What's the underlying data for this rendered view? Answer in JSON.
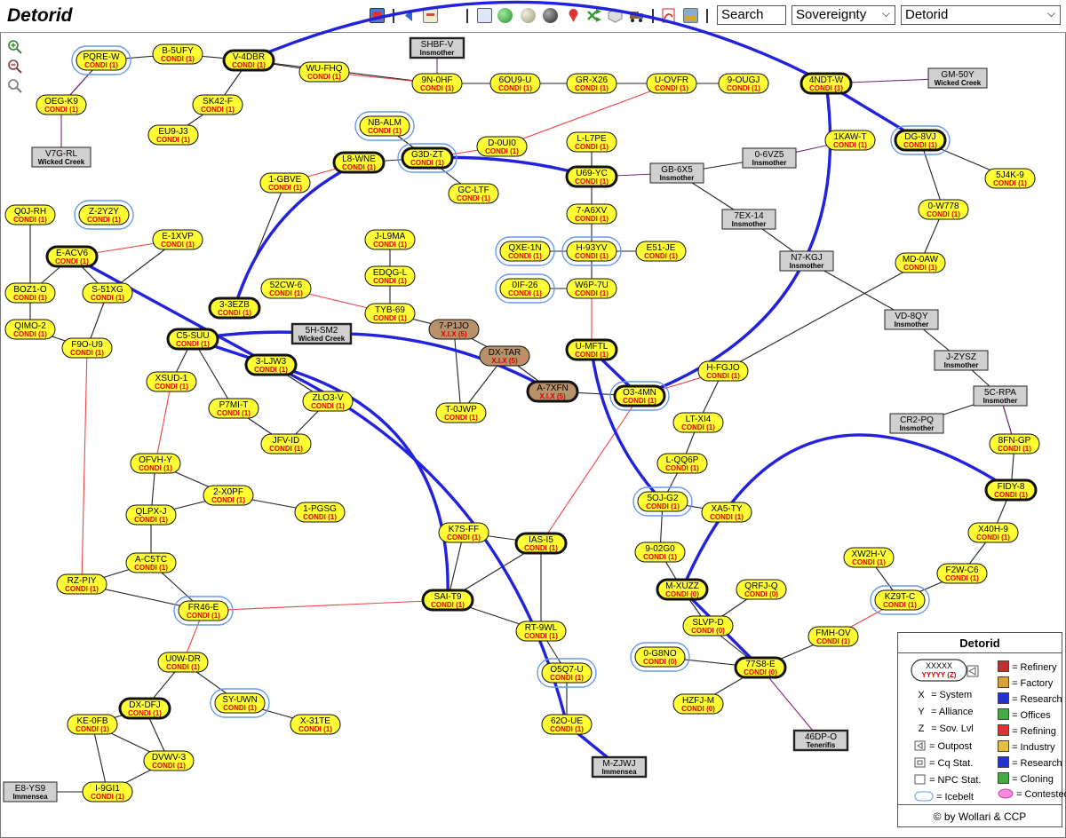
{
  "title": "Detorid",
  "search": {
    "label": "Search"
  },
  "selects": {
    "mode": "Sovereignty",
    "region": "Detorid"
  },
  "toolbar_icons": [
    "map-icon",
    "back-icon",
    "report-icon",
    "list-icon",
    "globe-icon",
    "silver-globe-icon",
    "dark-globe-icon",
    "pin-icon",
    "shuffle-icon",
    "cube-icon",
    "truck-icon",
    "pdf-icon",
    "image-icon"
  ],
  "zoom": {
    "in": "zoom-in-icon",
    "out": "zoom-out-icon",
    "reset": "reset-zoom-icon"
  },
  "colors": {
    "system_fill": "#ffff33",
    "npc_fill": "#d0d0d0",
    "capital_fill": "#b8926a",
    "jump_blue": "#2222dd",
    "red_link": "#ee4444",
    "purple_link": "#7a2a7a",
    "icebelt": "#6699ee"
  },
  "systems": [
    {
      "id": "pqrew",
      "name": "PQRE-W",
      "sub": "CONDI (1)",
      "type": "ice"
    },
    {
      "id": "b5ufy",
      "name": "B-5UFY",
      "sub": "CONDI (1)",
      "type": "s"
    },
    {
      "id": "v4dbr",
      "name": "V-4DBR",
      "sub": "CONDI (1)",
      "type": "hub"
    },
    {
      "id": "wufhq",
      "name": "WU-FHQ",
      "sub": "CONDI (1)",
      "type": "s"
    },
    {
      "id": "oegk9",
      "name": "OEG-K9",
      "sub": "CONDI (1)",
      "type": "s"
    },
    {
      "id": "sk42f",
      "name": "SK42-F",
      "sub": "CONDI (1)",
      "type": "s"
    },
    {
      "id": "eu9j3",
      "name": "EU9-J3",
      "sub": "CONDI (1)",
      "type": "s"
    },
    {
      "id": "9n0hf",
      "name": "9N-0HF",
      "sub": "CONDI (1)",
      "type": "s"
    },
    {
      "id": "6ou9u",
      "name": "6OU9-U",
      "sub": "CONDI (1)",
      "type": "s"
    },
    {
      "id": "grx26",
      "name": "GR-X26",
      "sub": "CONDI (1)",
      "type": "s"
    },
    {
      "id": "uovfr",
      "name": "U-OVFR",
      "sub": "CONDI (1)",
      "type": "s"
    },
    {
      "id": "9ougj",
      "name": "9-OUGJ",
      "sub": "CONDI (1)",
      "type": "s"
    },
    {
      "id": "4ndtw",
      "name": "4NDT-W",
      "sub": "CONDI (1)",
      "type": "hub"
    },
    {
      "id": "nbalm",
      "name": "NB-ALM",
      "sub": "CONDI (1)",
      "type": "ice"
    },
    {
      "id": "d0ui0",
      "name": "D-0UI0",
      "sub": "CONDI (1)",
      "type": "s"
    },
    {
      "id": "l7pe",
      "name": "L-L7PE",
      "sub": "CONDI (1)",
      "type": "s"
    },
    {
      "id": "1kawt",
      "name": "1KAW-T",
      "sub": "CONDI (1)",
      "type": "s"
    },
    {
      "id": "dg8vj",
      "name": "DG-8VJ",
      "sub": "CONDI (1)",
      "type": "hubice"
    },
    {
      "id": "l8wne",
      "name": "L8-WNE",
      "sub": "CONDI (1)",
      "type": "hub"
    },
    {
      "id": "g3dzt",
      "name": "G3D-ZT",
      "sub": "CONDI (1)",
      "type": "hubice"
    },
    {
      "id": "1gbve",
      "name": "1-GBVE",
      "sub": "CONDI (1)",
      "type": "s"
    },
    {
      "id": "gcltf",
      "name": "GC-LTF",
      "sub": "CONDI (1)",
      "type": "s"
    },
    {
      "id": "u69yc",
      "name": "U69-YC",
      "sub": "CONDI (1)",
      "type": "hub"
    },
    {
      "id": "5j4k9",
      "name": "5J4K-9",
      "sub": "CONDI (1)",
      "type": "s"
    },
    {
      "id": "0w778",
      "name": "0-W778",
      "sub": "CONDI (1)",
      "type": "s"
    },
    {
      "id": "q0jrh",
      "name": "Q0J-RH",
      "sub": "CONDI (1)",
      "type": "s"
    },
    {
      "id": "z2y2y",
      "name": "Z-2Y2Y",
      "sub": "CONDI (1)",
      "type": "ice"
    },
    {
      "id": "7a6xv",
      "name": "7-A6XV",
      "sub": "CONDI (1)",
      "type": "s"
    },
    {
      "id": "e1xvp",
      "name": "E-1XVP",
      "sub": "CONDI (1)",
      "type": "s"
    },
    {
      "id": "jl9ma",
      "name": "J-L9MA",
      "sub": "CONDI (1)",
      "type": "s"
    },
    {
      "id": "qxe1n",
      "name": "QXE-1N",
      "sub": "CONDI (1)",
      "type": "ice"
    },
    {
      "id": "h93yv",
      "name": "H-93YV",
      "sub": "CONDI (1)",
      "type": "ice"
    },
    {
      "id": "e51je",
      "name": "E51-JE",
      "sub": "CONDI (1)",
      "type": "s"
    },
    {
      "id": "eacv6",
      "name": "E-ACV6",
      "sub": "CONDI (1)",
      "type": "hub"
    },
    {
      "id": "edqgl",
      "name": "EDQG-L",
      "sub": "CONDI (1)",
      "type": "s"
    },
    {
      "id": "md0aw",
      "name": "MD-0AW",
      "sub": "CONDI (1)",
      "type": "s"
    },
    {
      "id": "boz1o",
      "name": "BOZ1-O",
      "sub": "CONDI (1)",
      "type": "s"
    },
    {
      "id": "s51xg",
      "name": "S-51XG",
      "sub": "CONDI (1)",
      "type": "s"
    },
    {
      "id": "52cw6",
      "name": "52CW-6",
      "sub": "CONDI (1)",
      "type": "s"
    },
    {
      "id": "0if26",
      "name": "0IF-26",
      "sub": "CONDI (1)",
      "type": "ice"
    },
    {
      "id": "w6p7u",
      "name": "W6P-7U",
      "sub": "CONDI (1)",
      "type": "s"
    },
    {
      "id": "33ezb",
      "name": "3-3EZB",
      "sub": "CONDI (1)",
      "type": "hub"
    },
    {
      "id": "tyb69",
      "name": "TYB-69",
      "sub": "CONDI (1)",
      "type": "s"
    },
    {
      "id": "qimo2",
      "name": "QIMO-2",
      "sub": "CONDI (1)",
      "type": "s"
    },
    {
      "id": "7p1jo",
      "name": "7-P1JO",
      "sub": "X.I.X (5)",
      "type": "cap"
    },
    {
      "id": "c5suu",
      "name": "C5-SUU",
      "sub": "CONDI (1)",
      "type": "hub"
    },
    {
      "id": "f9ou9",
      "name": "F9O-U9",
      "sub": "CONDI (1)",
      "type": "s"
    },
    {
      "id": "umftl",
      "name": "U-MFTL",
      "sub": "CONDI (1)",
      "type": "hub"
    },
    {
      "id": "dxtar",
      "name": "DX-TAR",
      "sub": "X.I.X (5)",
      "type": "cap"
    },
    {
      "id": "3ljw3",
      "name": "3-LJW3",
      "sub": "CONDI (1)",
      "type": "hub"
    },
    {
      "id": "hfgjo",
      "name": "H-FGJO",
      "sub": "CONDI (1)",
      "type": "s"
    },
    {
      "id": "xsud1",
      "name": "XSUD-1",
      "sub": "CONDI (1)",
      "type": "s"
    },
    {
      "id": "a7xfn",
      "name": "A-7XFN",
      "sub": "X.I.X (5)",
      "type": "caphub"
    },
    {
      "id": "o34mn",
      "name": "O3-4MN",
      "sub": "CONDI (1)",
      "type": "hubice"
    },
    {
      "id": "zlo3v",
      "name": "ZLO3-V",
      "sub": "CONDI (1)",
      "type": "s"
    },
    {
      "id": "p7mit",
      "name": "P7MI-T",
      "sub": "CONDI (1)",
      "type": "s"
    },
    {
      "id": "t0jwp",
      "name": "T-0JWP",
      "sub": "CONDI (1)",
      "type": "s"
    },
    {
      "id": "ltxi4",
      "name": "LT-XI4",
      "sub": "CONDI (1)",
      "type": "s"
    },
    {
      "id": "jfvid",
      "name": "JFV-ID",
      "sub": "CONDI (1)",
      "type": "s"
    },
    {
      "id": "8fngp",
      "name": "8FN-GP",
      "sub": "CONDI (1)",
      "type": "s"
    },
    {
      "id": "ofvhy",
      "name": "OFVH-Y",
      "sub": "CONDI (1)",
      "type": "s"
    },
    {
      "id": "lqq6p",
      "name": "L-QQ6P",
      "sub": "CONDI (1)",
      "type": "s"
    },
    {
      "id": "2x0pf",
      "name": "2-X0PF",
      "sub": "CONDI (1)",
      "type": "s"
    },
    {
      "id": "fidy8",
      "name": "FIDY-8",
      "sub": "CONDI (1)",
      "type": "hub"
    },
    {
      "id": "5ojg2",
      "name": "5OJ-G2",
      "sub": "CONDI (1)",
      "type": "ice"
    },
    {
      "id": "qlpxj",
      "name": "QLPX-J",
      "sub": "CONDI (1)",
      "type": "s"
    },
    {
      "id": "1pgsg",
      "name": "1-PGSG",
      "sub": "CONDI (1)",
      "type": "s"
    },
    {
      "id": "xa5ty",
      "name": "XA5-TY",
      "sub": "CONDI (1)",
      "type": "s"
    },
    {
      "id": "k7sff",
      "name": "K7S-FF",
      "sub": "CONDI (1)",
      "type": "s"
    },
    {
      "id": "iasi5",
      "name": "IAS-I5",
      "sub": "CONDI (1)",
      "type": "hub"
    },
    {
      "id": "x40h9",
      "name": "X40H-9",
      "sub": "CONDI (1)",
      "type": "s"
    },
    {
      "id": "902g0",
      "name": "9-02G0",
      "sub": "CONDI (1)",
      "type": "s"
    },
    {
      "id": "xw2hv",
      "name": "XW2H-V",
      "sub": "CONDI (1)",
      "type": "s"
    },
    {
      "id": "ac5tc",
      "name": "A-C5TC",
      "sub": "CONDI (1)",
      "type": "s"
    },
    {
      "id": "f2wc6",
      "name": "F2W-C6",
      "sub": "CONDI (1)",
      "type": "s"
    },
    {
      "id": "rzpiy",
      "name": "RZ-PIY",
      "sub": "CONDI (1)",
      "type": "s"
    },
    {
      "id": "mxuzz",
      "name": "M-XUZZ",
      "sub": "CONDI (0)",
      "type": "hub"
    },
    {
      "id": "qrfjq",
      "name": "QRFJ-Q",
      "sub": "CONDI (0)",
      "type": "s"
    },
    {
      "id": "sait9",
      "name": "SAI-T9",
      "sub": "CONDI (1)",
      "type": "hub"
    },
    {
      "id": "kz9tc",
      "name": "KZ9T-C",
      "sub": "CONDI (1)",
      "type": "ice"
    },
    {
      "id": "fr46e",
      "name": "FR46-E",
      "sub": "CONDI (1)",
      "type": "ice"
    },
    {
      "id": "slvpd",
      "name": "SLVP-D",
      "sub": "CONDI (0)",
      "type": "s"
    },
    {
      "id": "rt9wl",
      "name": "RT-9WL",
      "sub": "CONDI (1)",
      "type": "s"
    },
    {
      "id": "fmhov",
      "name": "FMH-OV",
      "sub": "CONDI (1)",
      "type": "s"
    },
    {
      "id": "0g8no",
      "name": "0-G8NO",
      "sub": "CONDI (0)",
      "type": "ice"
    },
    {
      "id": "u0wdr",
      "name": "U0W-DR",
      "sub": "CONDI (1)",
      "type": "s"
    },
    {
      "id": "77s8e",
      "name": "77S8-E",
      "sub": "CONDI (0)",
      "type": "hub"
    },
    {
      "id": "o5q7u",
      "name": "O5Q7-U",
      "sub": "CONDI (1)",
      "type": "ice"
    },
    {
      "id": "syuwn",
      "name": "SY-UWN",
      "sub": "CONDI (1)",
      "type": "ice"
    },
    {
      "id": "dxdfj",
      "name": "DX-DFJ",
      "sub": "CONDI (1)",
      "type": "hub"
    },
    {
      "id": "hzfjm",
      "name": "HZFJ-M",
      "sub": "CONDI (0)",
      "type": "s"
    },
    {
      "id": "ke0fb",
      "name": "KE-0FB",
      "sub": "CONDI (1)",
      "type": "s"
    },
    {
      "id": "x31te",
      "name": "X-31TE",
      "sub": "CONDI (1)",
      "type": "s"
    },
    {
      "id": "62oue",
      "name": "62O-UE",
      "sub": "CONDI (1)",
      "type": "s"
    },
    {
      "id": "dvwv3",
      "name": "DVWV-3",
      "sub": "CONDI (1)",
      "type": "s"
    },
    {
      "id": "i9gi1",
      "name": "I-9GI1",
      "sub": "CONDI (1)",
      "type": "s"
    }
  ],
  "npc": [
    {
      "id": "shbfv",
      "name": "SHBF-V",
      "sub": "Insmother",
      "bold": true
    },
    {
      "id": "gm50y",
      "name": "GM-50Y",
      "sub": "Wicked Creek",
      "bold": false
    },
    {
      "id": "v7grl",
      "name": "V7G-RL",
      "sub": "Wicked Creek",
      "bold": false
    },
    {
      "id": "06vz5",
      "name": "0-6VZ5",
      "sub": "Insmother",
      "bold": false
    },
    {
      "id": "gb6x5",
      "name": "GB-6X5",
      "sub": "Insmother",
      "bold": false
    },
    {
      "id": "7ex14",
      "name": "7EX-14",
      "sub": "Insmother",
      "bold": false
    },
    {
      "id": "n7kgj",
      "name": "N7-KGJ",
      "sub": "Insmother",
      "bold": false
    },
    {
      "id": "vd8qy",
      "name": "VD-8QY",
      "sub": "Insmother",
      "bold": false
    },
    {
      "id": "5hsm2",
      "name": "5H-SM2",
      "sub": "Wicked Creek",
      "bold": true
    },
    {
      "id": "jzysz",
      "name": "J-ZYSZ",
      "sub": "Insmother",
      "bold": false
    },
    {
      "id": "5crpa",
      "name": "5C-RPA",
      "sub": "Insmother",
      "bold": false
    },
    {
      "id": "cr2pq",
      "name": "CR2-PQ",
      "sub": "Insmother",
      "bold": false
    },
    {
      "id": "46dpo",
      "name": "46DP-O",
      "sub": "Tenerifis",
      "bold": true
    },
    {
      "id": "mzjwj",
      "name": "M-ZJWJ",
      "sub": "Immensea",
      "bold": true
    },
    {
      "id": "e8ys9",
      "name": "E8-YS9",
      "sub": "Immensea",
      "bold": false
    }
  ],
  "legend": {
    "title": "Detorid",
    "sample_top": "XXXXX",
    "sample_bottom": "YYYYY (Z)",
    "keys": [
      {
        "k": "X",
        "v": "= System"
      },
      {
        "k": "Y",
        "v": "= Alliance"
      },
      {
        "k": "Z",
        "v": "= Sov. Lvl"
      },
      {
        "k": "",
        "v": "= Outpost"
      },
      {
        "k": "",
        "v": "= Cq Stat."
      },
      {
        "k": "",
        "v": "= NPC Stat."
      },
      {
        "k": "",
        "v": "= Icebelt"
      }
    ],
    "right": [
      "= Refinery",
      "= Factory",
      "= Research",
      "= Offices",
      "= Refining",
      "= Industry",
      "= Research",
      "= Cloning",
      "= Contested"
    ],
    "credit": "© by Wollari & CCP"
  }
}
